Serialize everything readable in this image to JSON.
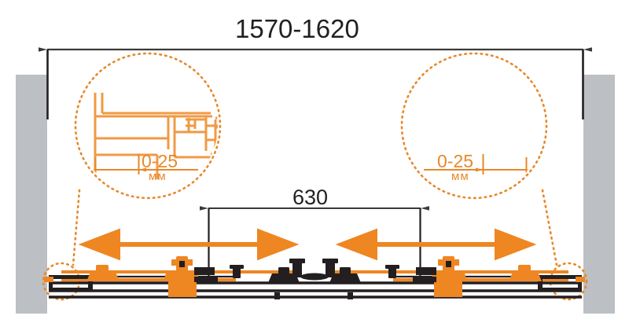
{
  "drawing": {
    "type": "sliding-shower-door-technical-diagram",
    "units_note": "мм",
    "colors": {
      "wall": "#bcc0c4",
      "orange": "#ee8622",
      "orange_light": "#f7a24f",
      "detail_orange": "#e8882a",
      "black": "#231f20",
      "dim_line": "#3a3a3a"
    },
    "dimensions": {
      "overall": {
        "label": "1570-1620",
        "name": "overall-width-range"
      },
      "center_opening": {
        "label": "630",
        "name": "center-opening-width"
      },
      "detail_left": {
        "value": "0-25",
        "unit": "мм"
      },
      "detail_right": {
        "value": "0-25",
        "unit": "мм"
      }
    },
    "callouts": {
      "left_detail_name": "left-profile-detail",
      "right_detail_name": "right-profile-detail"
    },
    "arrows": {
      "left_group_label": "left-door-travel",
      "right_group_label": "right-door-travel"
    },
    "walls": {
      "left_label": "left-wall",
      "right_label": "right-wall"
    }
  }
}
